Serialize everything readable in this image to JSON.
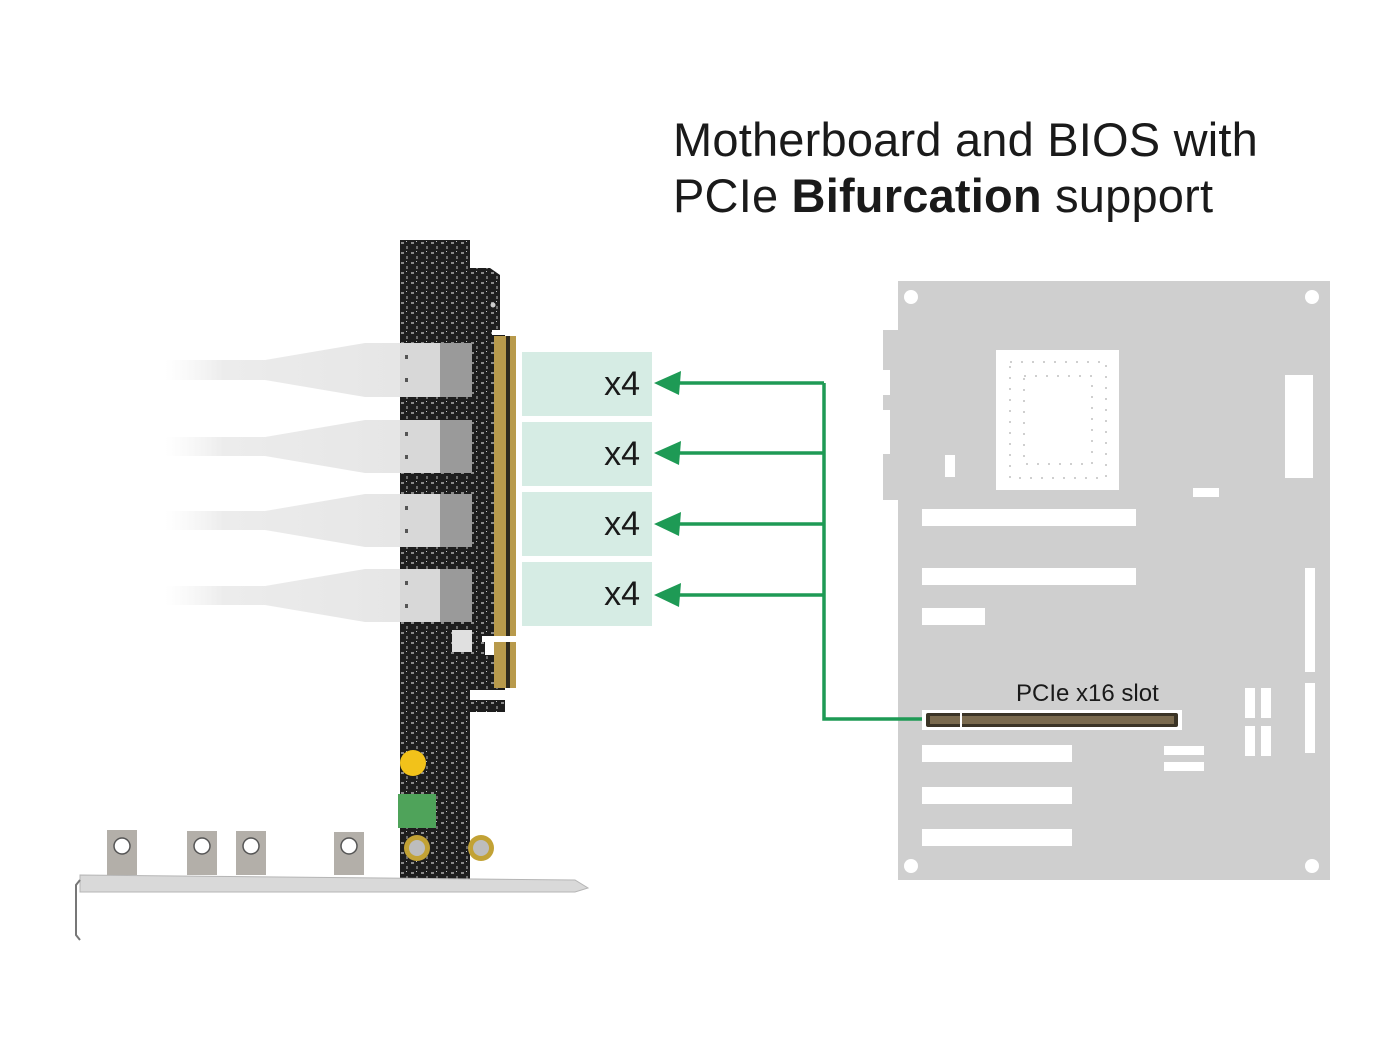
{
  "title": {
    "line1": "Motherboard and BIOS with",
    "line2_prefix": "PCIe ",
    "line2_bold": "Bifurcation",
    "line2_suffix": " support"
  },
  "lanes": [
    {
      "label": "x4"
    },
    {
      "label": "x4"
    },
    {
      "label": "x4"
    },
    {
      "label": "x4"
    }
  ],
  "motherboard": {
    "slot_label": "PCIe x16 slot"
  },
  "colors": {
    "arrow_green": "#1e9a55",
    "lane_fill": "#d6ece4",
    "board_gray": "#cfcfcf",
    "pcb_black": "#1b1b1b",
    "gold_contacts": "#b89a4c"
  }
}
